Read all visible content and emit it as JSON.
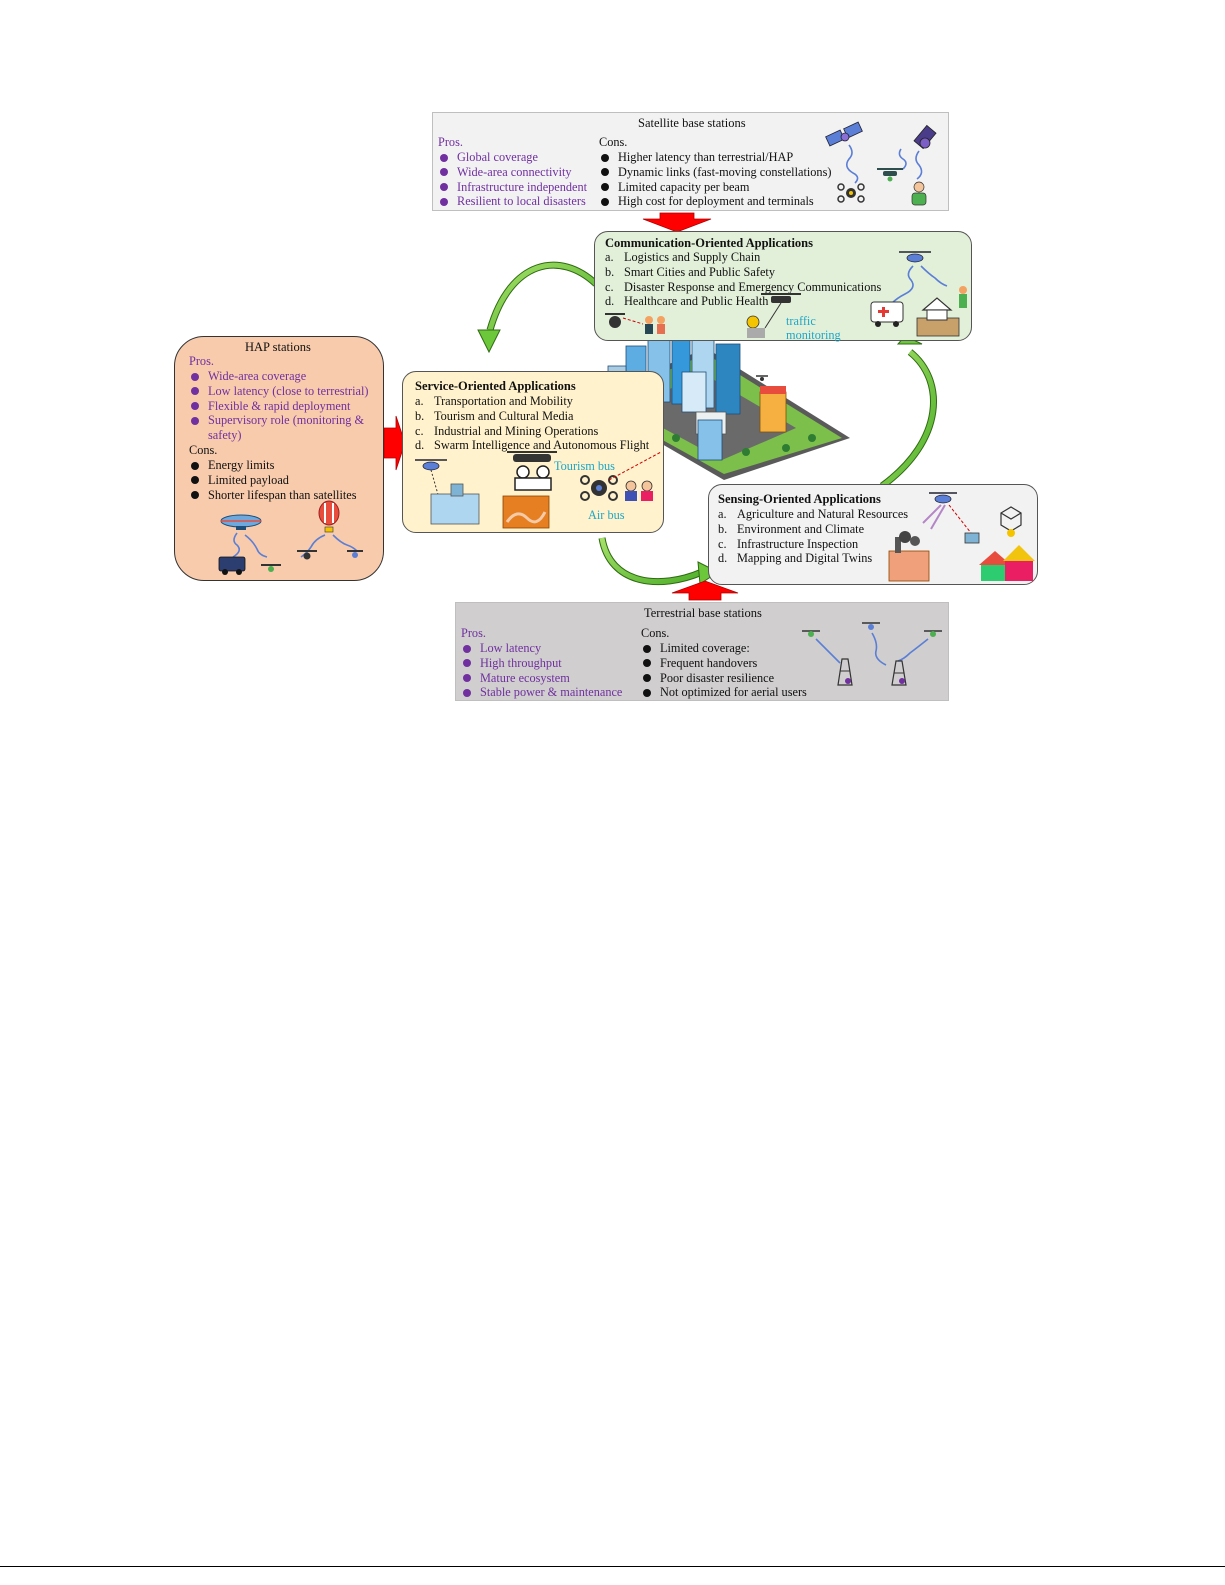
{
  "satellite": {
    "title": "Satellite base stations",
    "pros_label": "Pros.",
    "cons_label": "Cons.",
    "pros": [
      "Global coverage",
      "Wide-area connectivity",
      "Infrastructure independent",
      "Resilient to local disasters"
    ],
    "cons": [
      "Higher latency than terrestrial/HAP",
      "Dynamic links (fast-moving constellations)",
      "Limited capacity per beam",
      "High cost for deployment and terminals"
    ]
  },
  "hap": {
    "title": "HAP stations",
    "pros_label": "Pros.",
    "cons_label": "Cons.",
    "pros": [
      "Wide-area coverage",
      "Low latency (close to terrestrial)",
      "Flexible & rapid deployment",
      "Supervisory role (monitoring &",
      "safety)"
    ],
    "cons": [
      "Energy limits",
      "Limited payload",
      "Shorter lifespan than satellites"
    ]
  },
  "terrestrial": {
    "title": "Terrestrial base stations",
    "pros_label": "Pros.",
    "cons_label": "Cons.",
    "pros": [
      "Low latency",
      "High throughput",
      "Mature ecosystem",
      "Stable power & maintenance"
    ],
    "cons": [
      "Limited coverage:",
      "Frequent handovers",
      "Poor disaster resilience",
      "Not optimized for aerial users"
    ]
  },
  "communication": {
    "title": "Communication-Oriented Applications",
    "items": [
      {
        "m": "a.",
        "t": "Logistics and Supply Chain"
      },
      {
        "m": "b.",
        "t": "Smart Cities and Public Safety"
      },
      {
        "m": "c.",
        "t": "Disaster Response and Emergency Communications"
      },
      {
        "m": "d.",
        "t": "Healthcare and Public Health"
      }
    ],
    "note1": "traffic",
    "note2": "monitoring"
  },
  "service": {
    "title": "Service-Oriented Applications",
    "items": [
      {
        "m": "a.",
        "t": "Transportation and Mobility"
      },
      {
        "m": "b.",
        "t": "Tourism and Cultural Media"
      },
      {
        "m": "c.",
        "t": "Industrial and Mining Operations"
      },
      {
        "m": "d.",
        "t": "Swarm Intelligence and Autonomous Flight"
      }
    ],
    "note_tourism": "Tourism bus",
    "note_air": "Air bus"
  },
  "sensing": {
    "title": "Sensing-Oriented Applications",
    "items": [
      {
        "m": "a.",
        "t": "Agriculture and Natural Resources"
      },
      {
        "m": "b.",
        "t": "Environment and Climate"
      },
      {
        "m": "c.",
        "t": "Infrastructure Inspection"
      },
      {
        "m": "d.",
        "t": "Mapping and Digital Twins"
      }
    ]
  },
  "colors": {
    "purple": "#7030a0",
    "cyan": "#1ea6c7",
    "satellite_bg": "#f2f2f2",
    "terrestrial_bg": "#d0cece",
    "hap_bg": "#f8cbad",
    "comm_bg": "#e2f0d9",
    "service_bg": "#fff2cc",
    "sensing_bg": "#f2f2f2",
    "arrow_red": "#ff0000",
    "arrow_green": "#70c93a"
  }
}
